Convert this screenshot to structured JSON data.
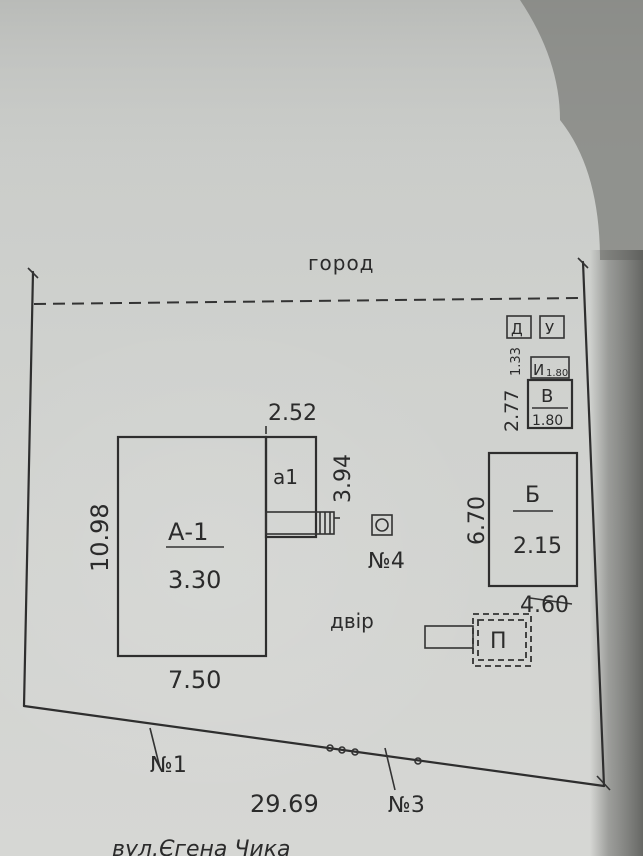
{
  "plan": {
    "garden_label": "город",
    "yard_label": "двір",
    "street_label": "вул.Єгена  Чика",
    "buildings": {
      "a1_main": {
        "name": "А-1",
        "height": "3.30"
      },
      "a1_annex": {
        "name": "а1"
      },
      "b": {
        "name": "Б",
        "height": "2.15"
      },
      "v": {
        "name": "В",
        "height": "1.80"
      },
      "i": {
        "name": "И",
        "height": "1.80"
      },
      "d": {
        "name": "Д"
      },
      "u": {
        "name": "У"
      },
      "p": {
        "name": "П"
      }
    },
    "dimensions": {
      "main_width": "7.50",
      "main_length": "10.98",
      "annex_width": "2.52",
      "annex_length": "3.94",
      "b_length": "6.70",
      "b_width": "4.60",
      "v_dim": "2.77",
      "i_dim": "1.33",
      "plot_front": "29.69"
    },
    "markers": {
      "n1": "№1",
      "n3": "№3",
      "n4": "№4"
    }
  }
}
